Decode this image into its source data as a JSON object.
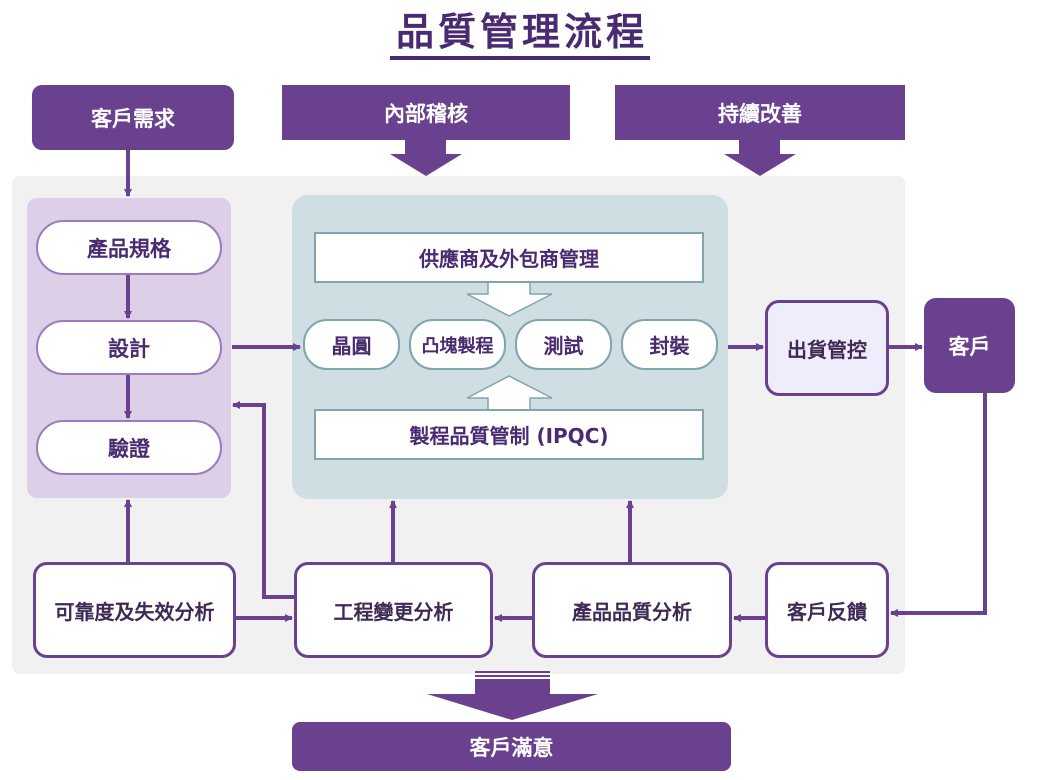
{
  "title": "品質管理流程",
  "inputs": {
    "customer_requirements": "客戶需求",
    "internal_audit": "內部稽核",
    "continuous_improvement": "持續改善"
  },
  "design_stage": {
    "items": [
      "產品規格",
      "設計",
      "驗證"
    ]
  },
  "manufacturing": {
    "supplier_management": "供應商及外包商管理",
    "process_steps": [
      "晶圓",
      "凸塊製程",
      "測試",
      "封裝"
    ],
    "ipqc": "製程品質管制 (IPQC)"
  },
  "shipment_control": "出貨管控",
  "customer": "客戶",
  "feedback_loop": {
    "reliability_failure_analysis": "可靠度及失效分析",
    "engineering_change_analysis": "工程變更分析",
    "product_quality_analysis": "產品品質分析",
    "customer_feedback": "客戶反饋"
  },
  "outcome": "客戶滿意",
  "colors": {
    "primary_purple": "#69418f",
    "title_purple": "#4a2a70",
    "lilac_panel": "#dccfe7",
    "blue_panel": "#cfdee3",
    "gray_panel": "#f1f1f1",
    "shipment_fill": "#efedfb"
  }
}
